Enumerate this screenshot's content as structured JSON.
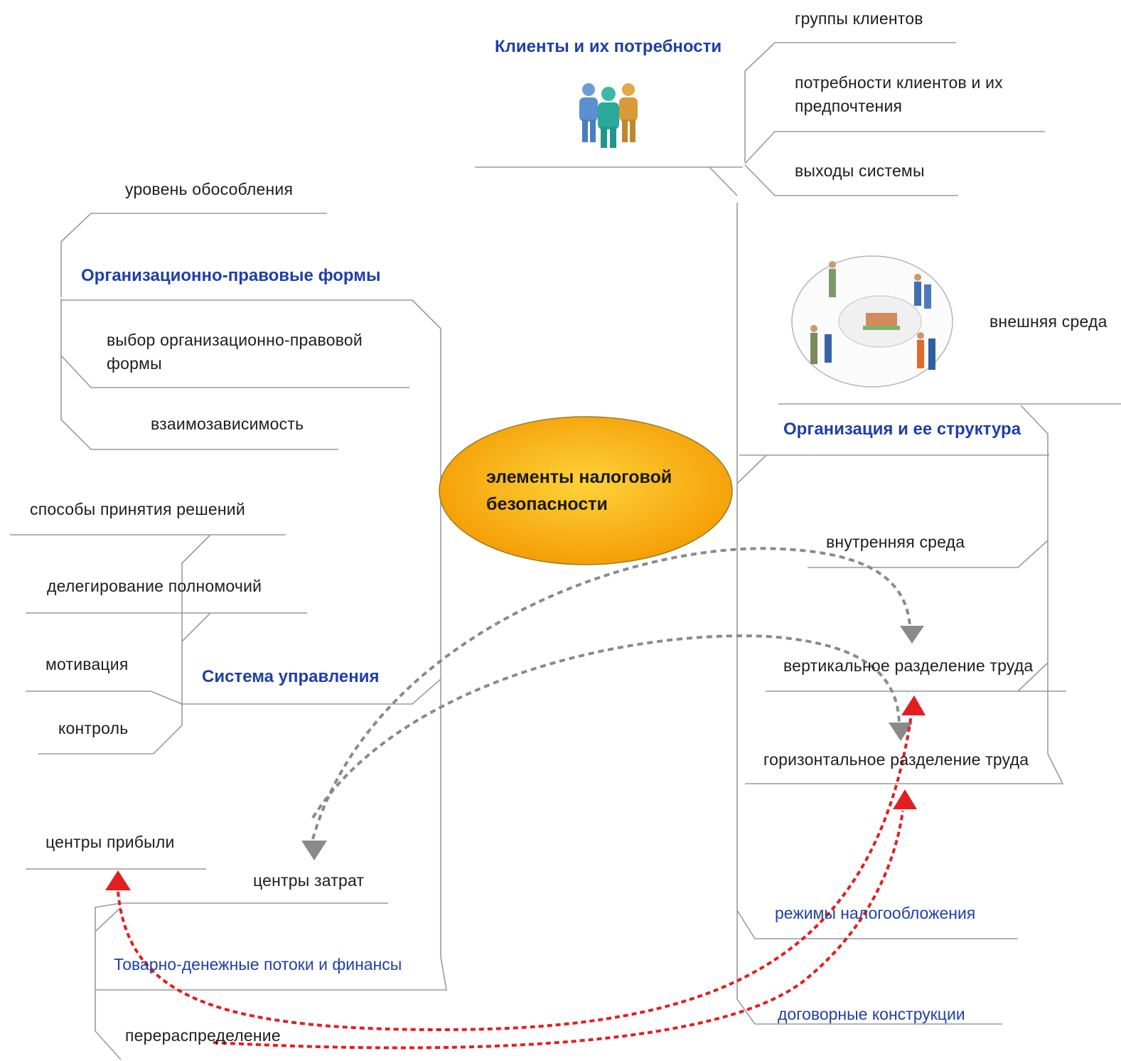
{
  "center": {
    "line1": "элементы налоговой",
    "line2": "безопасности"
  },
  "clients": {
    "heading": "Клиенты и их потребности",
    "icon": "people-group-icon",
    "items": [
      "группы клиентов",
      "потребности клиентов и их предпочтения",
      "выходы системы"
    ]
  },
  "external": {
    "label": "внешняя среда",
    "icon": "external-environment-icon"
  },
  "org_structure": {
    "heading": "Организация и ее структура",
    "items": [
      "внутренняя среда",
      "вертикальное разделение труда",
      "горизонтальное разделение труда"
    ]
  },
  "tax": {
    "items": [
      "режимы налогообложения",
      "договорные конструкции"
    ]
  },
  "legal_forms": {
    "heading": "Организационно-правовые формы",
    "items": [
      "уровень обособления",
      "выбор организационно-правовой формы",
      "взаимозависимость"
    ]
  },
  "management": {
    "heading": "Система управления",
    "items": [
      "способы принятия решений",
      "делегирование полномочий",
      "мотивация",
      "контроль"
    ]
  },
  "finance": {
    "heading": "Товарно-денежные потоки и финансы",
    "items": [
      "центры прибыли",
      "центры затрат",
      "перераспределение"
    ]
  },
  "colors": {
    "center_fill": "#f7a800",
    "heading": "#1f3fa8",
    "line": "#8c8c8c",
    "gray_arrow": "#8a8a8a",
    "red_arrow": "#e31e1e"
  }
}
